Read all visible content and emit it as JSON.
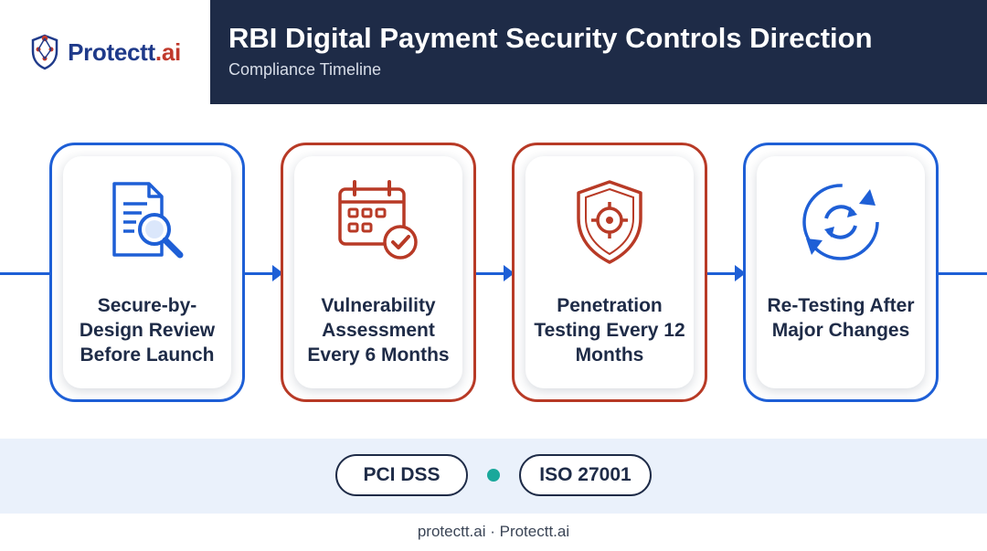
{
  "brand": {
    "name_main": "Protectt",
    "name_accent": ".ai",
    "logo_icon": "shield-network-icon"
  },
  "header": {
    "title": "RBI Digital Payment Security Controls Direction",
    "subtitle": "Compliance Timeline"
  },
  "steps": [
    {
      "label": "Secure-by-Design Review Before Launch",
      "icon": "document-search-icon",
      "color": "#1e5fd6"
    },
    {
      "label": "Vulnerability Assessment Every 6 Months",
      "icon": "calendar-check-icon",
      "color": "#b83a26"
    },
    {
      "label": "Penetration Testing Every 12 Months",
      "icon": "shield-target-icon",
      "color": "#b83a26"
    },
    {
      "label": "Re-Testing After Major Changes",
      "icon": "refresh-cycle-icon",
      "color": "#1e5fd6"
    }
  ],
  "standards": [
    "PCI DSS",
    "ISO 27001"
  ],
  "footer": "protectt.ai · Protectt.ai",
  "colors": {
    "navy": "#1e2b47",
    "blue": "#1e5fd6",
    "red": "#b83a26",
    "teal": "#1aa89b"
  }
}
